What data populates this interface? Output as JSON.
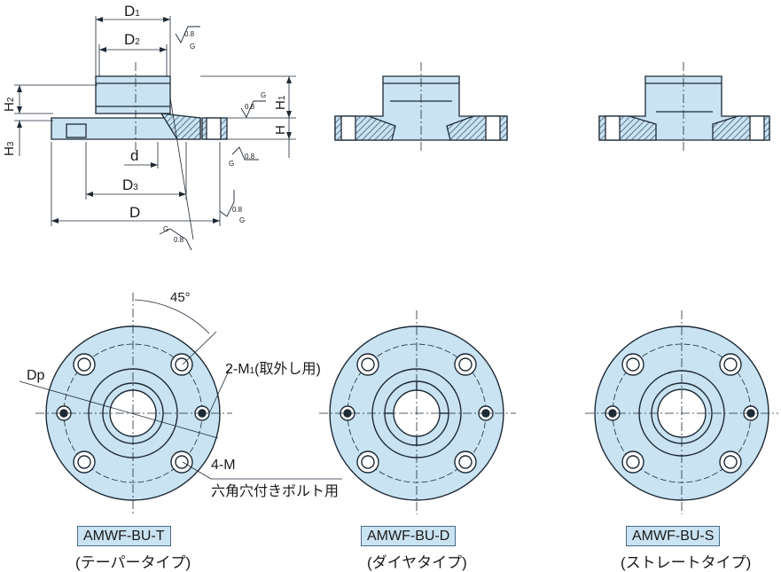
{
  "dims": {
    "d1": "D",
    "d1_sub": "1",
    "d2": "D",
    "d2_sub": "2",
    "d3": "D",
    "d3_sub": "3",
    "d_small": "d",
    "d_big": "D",
    "h": "H",
    "h1": "H",
    "h1_sub": "1",
    "h2": "H",
    "h2_sub": "2",
    "h3": "H",
    "h3_sub": "3",
    "dp": "Dp",
    "angle": "45°"
  },
  "finish": {
    "roughness": "0.8",
    "grade": "G"
  },
  "notes": {
    "m1": "2-M",
    "m1_sub": "1",
    "m1_suffix": "(取外し用)",
    "m": "4-M",
    "m_desc": "六角穴付きボルト用"
  },
  "models": [
    {
      "code": "AMWF-BU-T",
      "type": "(テーパータイプ)"
    },
    {
      "code": "AMWF-BU-D",
      "type": "(ダイヤタイプ)"
    },
    {
      "code": "AMWF-BU-S",
      "type": "(ストレートタイプ)"
    }
  ],
  "colors": {
    "fill": "#c9e3f2",
    "stroke": "#1e2a36",
    "hatch": "#2f4a66"
  }
}
